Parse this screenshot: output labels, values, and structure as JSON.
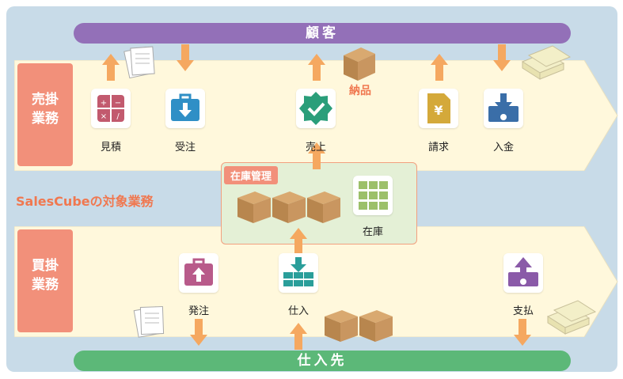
{
  "customer_bar": {
    "label": "顧客"
  },
  "supplier_bar": {
    "label": "仕入先"
  },
  "sales_section": {
    "label": "売掛業務",
    "line1": "売掛",
    "line2": "業務"
  },
  "purchase_section": {
    "label": "買掛業務",
    "line1": "買掛",
    "line2": "業務"
  },
  "target_label": "SalesCubeの対象業務",
  "delivery_label": "納品",
  "inventory": {
    "title": "在庫管理",
    "stock_label": "在庫"
  },
  "sales_steps": [
    {
      "label": "見積",
      "icon": "calculator-icon",
      "color": "#c25a6e"
    },
    {
      "label": "受注",
      "icon": "briefcase-in-icon",
      "color": "#2f8fc6"
    },
    {
      "label": "売上",
      "icon": "check-badge-icon",
      "color": "#2a9e7a"
    },
    {
      "label": "請求",
      "icon": "yen-document-icon",
      "color": "#d4a93a"
    },
    {
      "label": "入金",
      "icon": "deposit-icon",
      "color": "#3a6ea8"
    }
  ],
  "purchase_steps": [
    {
      "label": "発注",
      "icon": "briefcase-out-icon",
      "color": "#b85a8a"
    },
    {
      "label": "仕入",
      "icon": "warehouse-in-icon",
      "color": "#2a9e9a"
    },
    {
      "label": "支払",
      "icon": "payment-icon",
      "color": "#8a5aa8"
    }
  ],
  "colors": {
    "customer": "#9370b8",
    "supplier": "#5cb878",
    "band": "#fff8dc",
    "arrow": "#f5a860",
    "label_box": "#f2907a"
  }
}
